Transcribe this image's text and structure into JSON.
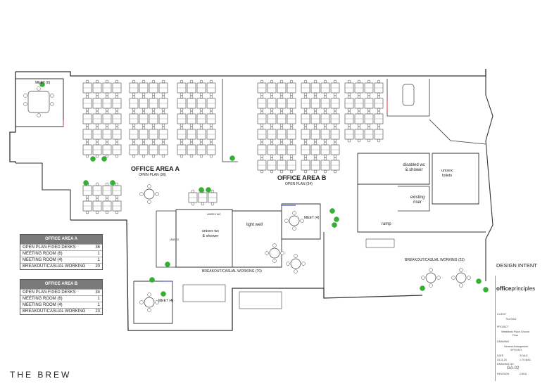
{
  "project_title": "THE BREW",
  "labels": {
    "office_area_a": "OFFICE AREA A",
    "open_plan_a": "OPEN PLAN (36)",
    "office_area_b": "OFFICE AREA B",
    "open_plan_b": "OPEN PLAN (34)",
    "meet_6": "MEET (6)",
    "meet_4_center": "MEET (4)",
    "meet_4_bottom": "MEET (4)",
    "light_well": "light well",
    "unisex_wc_shower": "unisex wc & shower",
    "unisex_small_1": "UNISEX WC",
    "unisex_small_2": "UNISEX",
    "disabled_wc_shower": "disabled wc & shower",
    "unisex_toilets": "unisex toilets",
    "existing_riser": "existing riser",
    "ramp": "ramp",
    "breakout_70": "BREAKOUT/CASUAL WORKING (70)",
    "breakout_23": "BREAKOUT/CASUAL WORKING (23)"
  },
  "tables": [
    {
      "title": "OFFICE AREA A",
      "rows": [
        {
          "label": "OPEN PLAN FIXED DESKS",
          "value": "36"
        },
        {
          "label": "MEETING ROOM (6)",
          "value": "1"
        },
        {
          "label": "MEETING ROOM (4)",
          "value": "1"
        },
        {
          "label": "BREAKOUT/CASUAL WORKING",
          "value": "20"
        }
      ]
    },
    {
      "title": "OFFICE AREA B",
      "rows": [
        {
          "label": "OPEN PLAN FIXED DESKS",
          "value": "34"
        },
        {
          "label": "MEETING ROOM (6)",
          "value": "1"
        },
        {
          "label": "MEETING ROOM (4)",
          "value": "1"
        },
        {
          "label": "BREAKOUT/CASUAL WORKING",
          "value": "23"
        }
      ]
    }
  ],
  "title_block": {
    "design_intent": "DESIGN INTENT",
    "brand_bold": "office",
    "brand_light": "principles",
    "client_label": "CLIENT",
    "client": "The Brew",
    "project_label": "PROJECT",
    "project": "Westlands Place Ground Floor",
    "drawing_label": "DRAWING",
    "drawing": "General Arrangement OPTION 2",
    "date_label": "DATE",
    "date": "03.11.20",
    "scale_label": "SCALE",
    "scale": "1:75 @A1",
    "drawing_no_label": "DRAWING NO.",
    "drawing_no": "GA-02",
    "revision_label": "REVISION",
    "checked_label": "CHKD"
  },
  "colors": {
    "wall": "#333333",
    "plant_green": "#2fb42f",
    "table_header": "#7a7a7a",
    "door_red": "#d03030",
    "door_blue": "#2233bb"
  }
}
